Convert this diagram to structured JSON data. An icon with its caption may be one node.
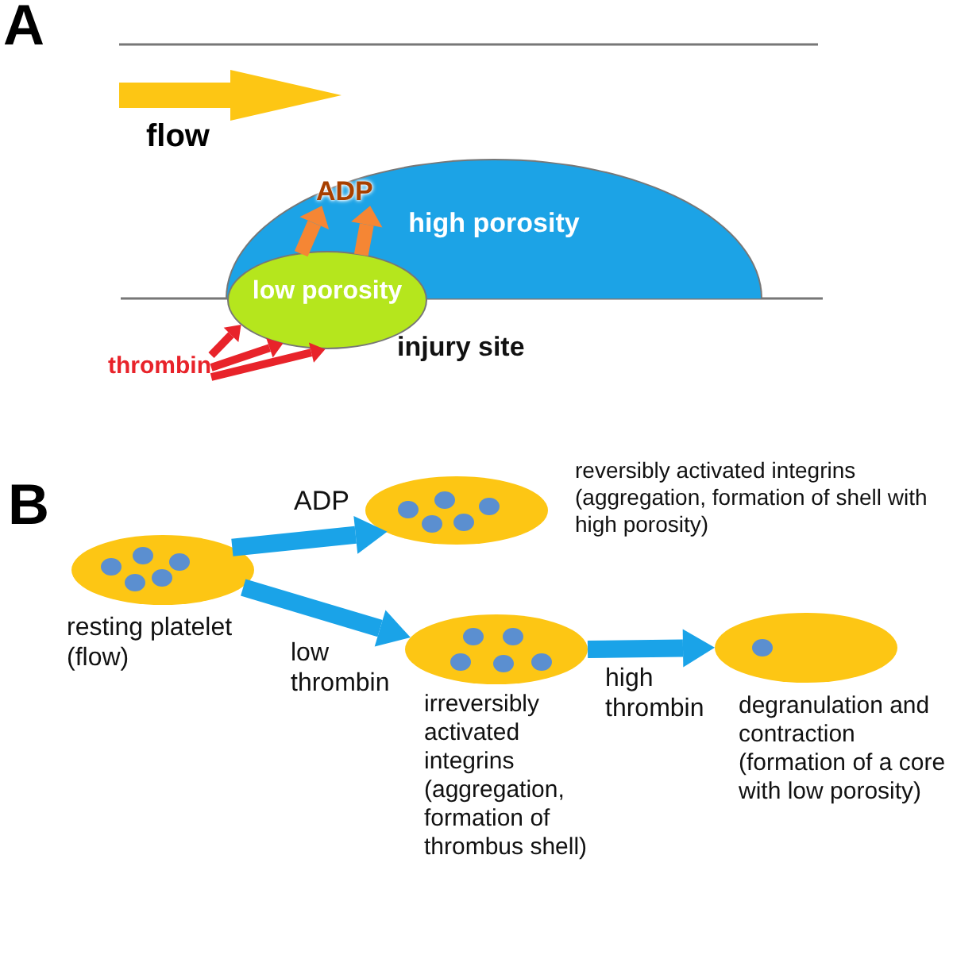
{
  "diagram": {
    "nodes": [
      {
        "text": [
          "ADP"
        ],
        "in": 1
      },
      {
        "text": [
          "high porosity"
        ]
      },
      {
        "text": [
          "low porosity"
        ]
      },
      {
        "text": [
          "thrombin"
        ]
      },
      {
        "text": [
          "resting platelet (flow)"
        ]
      },
      {
        "text": [
          "reversibly activated integrins (aggregation, formation of shell with high porosity)"
        ]
      },
      {
        "text": [
          "irreversibly activated integrins (aggregation, formation of thrombus shell)"
        ]
      },
      {
        "text": [
          "degranulation and contraction (formation of a core with low porosity)"
        ]
      }
    ],
    "edges": [
      {
        "from": 2,
        "to": 0,
        "arrow": "to",
        "color": "#f58634"
      },
      {
        "from": 2,
        "to": 0,
        "arrow": "to",
        "color": "#f58634"
      },
      {
        "from": 3,
        "to": 2,
        "arrow": "to",
        "color": "#e8232a"
      },
      {
        "from": 3,
        "to": 2,
        "arrow": "to",
        "color": "#e8232a"
      },
      {
        "from": 3,
        "to": 2,
        "arrow": "to",
        "color": "#e8232a"
      },
      {
        "from": 4,
        "to": 5,
        "arrow": "to",
        "label": "ADP",
        "color": "#1aa3e8"
      },
      {
        "from": 4,
        "to": 6,
        "arrow": "to",
        "label": "low thrombin",
        "color": "#1aa3e8"
      },
      {
        "from": 6,
        "to": 7,
        "arrow": "to",
        "label": "high thrombin",
        "color": "#1aa3e8"
      }
    ],
    "labels": [
      "A",
      "flow",
      "injury site",
      "B"
    ]
  }
}
